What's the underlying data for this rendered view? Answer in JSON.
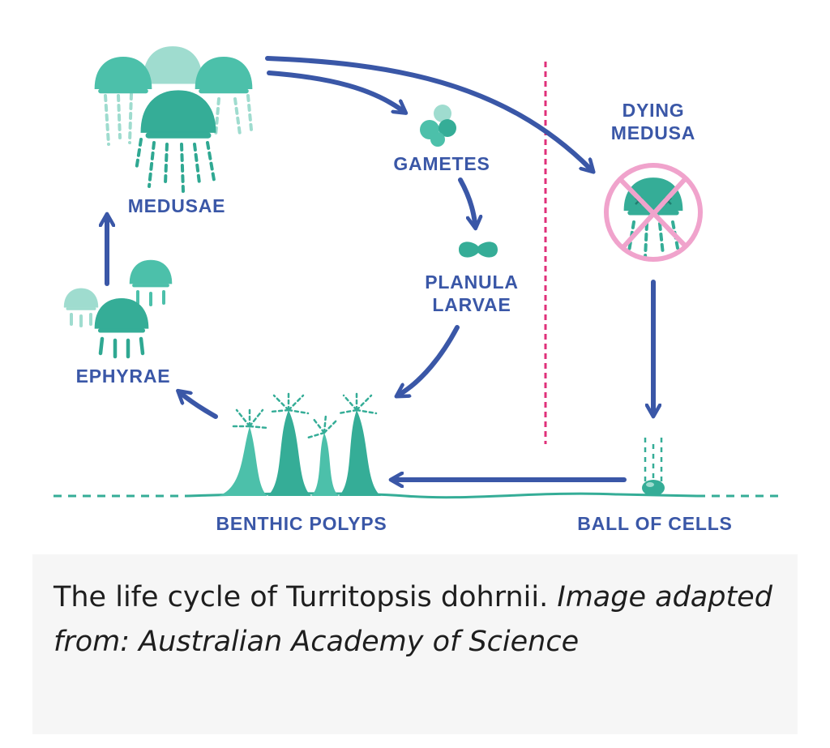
{
  "diagram": {
    "labels": {
      "medusae": "MEDUSAE",
      "gametes": "GAMETES",
      "planula_line1": "PLANULA",
      "planula_line2": "LARVAE",
      "dying_line1": "DYING",
      "dying_line2": "MEDUSA",
      "ephyrae": "EPHYRAE",
      "benthic_polyps": "BENTHIC POLYPS",
      "ball_of_cells": "BALL OF CELLS"
    },
    "colors": {
      "arrow": "#3a57a7",
      "label": "#3a57a7",
      "organism": "#3db6a0",
      "organism_light": "#9fdccf",
      "organism_dark": "#2a9987",
      "divider": "#e0307a",
      "no_symbol": "#f0a3cc"
    },
    "icons": [
      "medusae-cluster",
      "gametes-cluster",
      "planula-larva",
      "dying-medusa-no-symbol",
      "ephyrae-cluster",
      "benthic-polyps",
      "ball-of-cells"
    ]
  },
  "caption": {
    "text": "The life cycle of Turritopsis dohrnii.",
    "source": "Image adapted from: Australian Academy of Science"
  }
}
